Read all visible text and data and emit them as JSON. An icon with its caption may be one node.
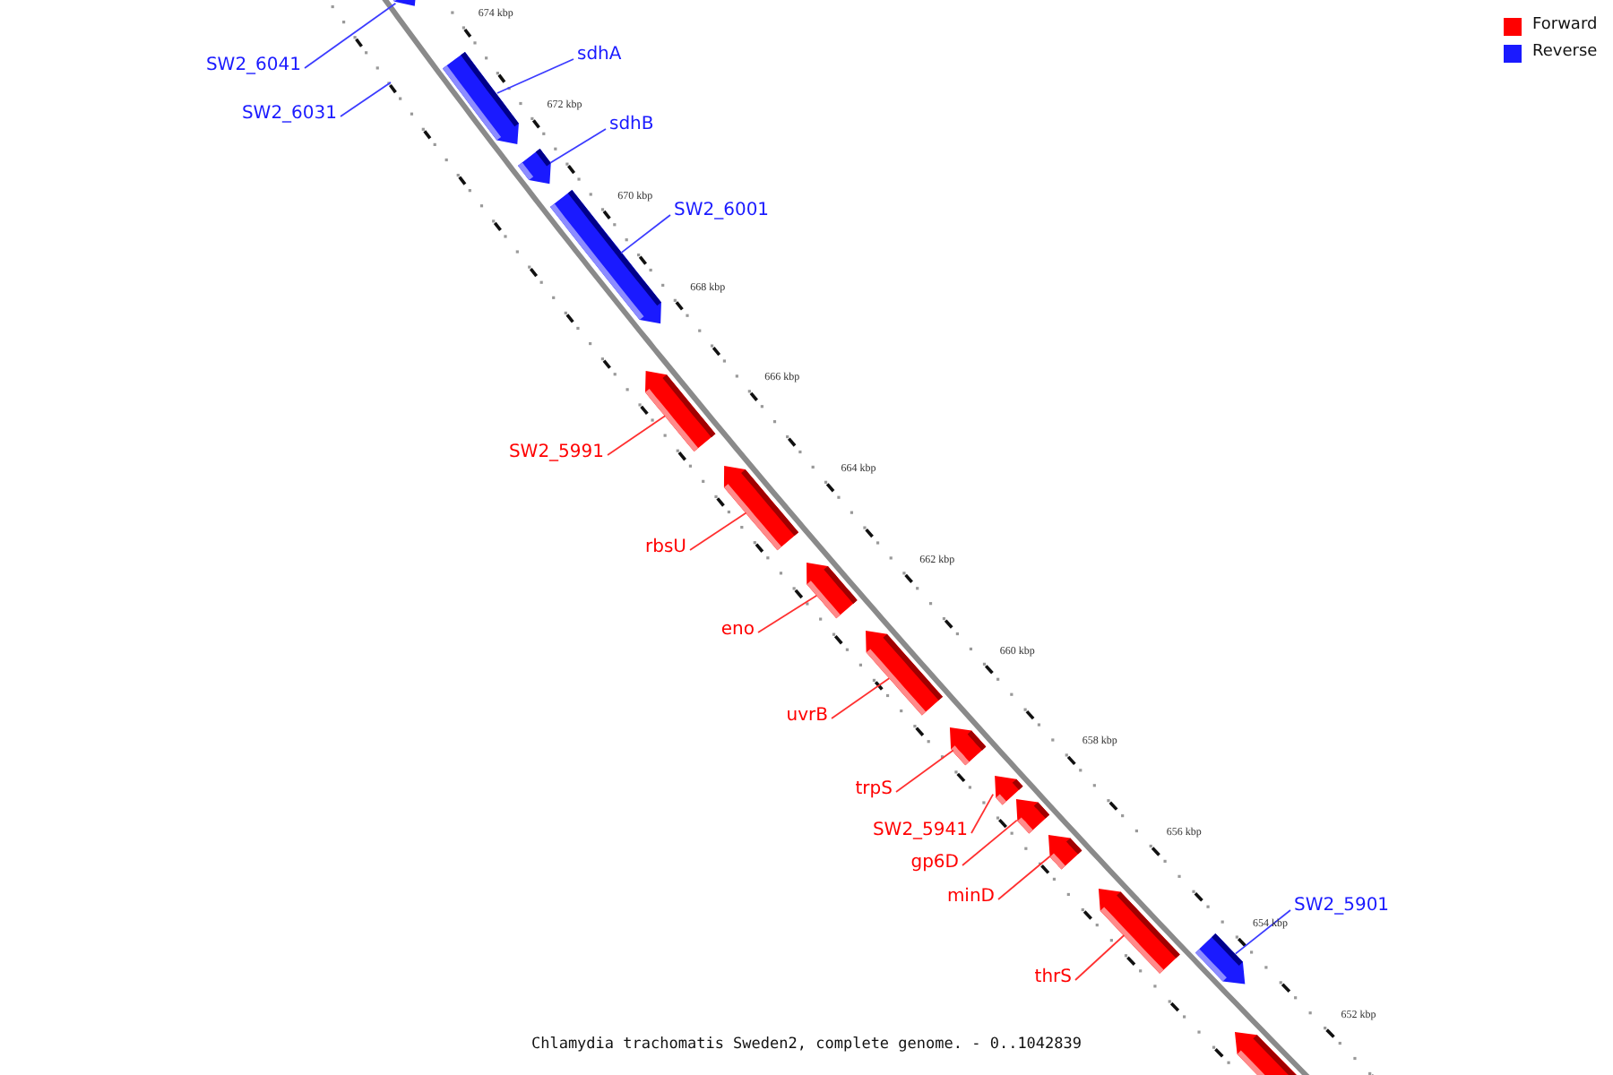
{
  "diagram": {
    "caption": "Chlamydia trachomatis Sweden2, complete genome. - 0..1042839",
    "nodes": [
      {
        "text": [
          "SW2_6041"
        ]
      },
      {
        "text": [],
        "shape": "bar"
      },
      {
        "text": [
          "SW2_6031"
        ]
      },
      {
        "text": [
          "sdhA"
        ]
      },
      {
        "text": [],
        "shape": "bar"
      },
      {
        "text": [
          "sdhB"
        ]
      },
      {
        "text": [],
        "shape": "bar"
      },
      {
        "text": [
          "SW2_6001"
        ]
      },
      {
        "text": [],
        "shape": "bar"
      },
      {
        "text": [
          "SW2_5991"
        ]
      },
      {
        "text": [],
        "shape": "bar"
      },
      {
        "text": [
          "rbsU"
        ]
      },
      {
        "text": [],
        "shape": "bar"
      },
      {
        "text": [
          "eno"
        ]
      },
      {
        "text": [],
        "shape": "bar"
      },
      {
        "text": [
          "uvrB"
        ]
      },
      {
        "text": [],
        "shape": "bar"
      },
      {
        "text": [
          "trpS"
        ]
      },
      {
        "text": [],
        "shape": "bar"
      },
      {
        "text": [
          "SW2_5941"
        ]
      },
      {
        "text": [],
        "shape": "bar"
      },
      {
        "text": [
          "gp6D"
        ]
      },
      {
        "text": [],
        "shape": "bar"
      },
      {
        "text": [
          "minD"
        ]
      },
      {
        "text": [],
        "shape": "bar"
      },
      {
        "text": [
          "thrS"
        ]
      },
      {
        "text": [],
        "shape": "bar"
      },
      {
        "text": [
          "SW2_5901"
        ]
      },
      {
        "text": [],
        "shape": "bar"
      },
      {
        "text": [],
        "shape": "bar"
      }
    ],
    "edges": [
      {
        "from": 0,
        "to": 1,
        "arrow": "none",
        "color": "#3c3cff"
      },
      {
        "from": 2,
        "to": null,
        "arrow": "none",
        "color": "#3c3cff"
      },
      {
        "from": 3,
        "to": 4,
        "arrow": "none",
        "color": "#3c3cff"
      },
      {
        "from": 5,
        "to": 6,
        "arrow": "none",
        "color": "#3c3cff"
      },
      {
        "from": 7,
        "to": 8,
        "arrow": "none",
        "color": "#3c3cff"
      },
      {
        "from": 9,
        "to": 10,
        "arrow": "none"
      },
      {
        "from": 11,
        "to": 12,
        "arrow": "none"
      },
      {
        "from": 13,
        "to": 14,
        "arrow": "none"
      },
      {
        "from": 15,
        "to": 16,
        "arrow": "none"
      },
      {
        "from": 17,
        "to": 18,
        "arrow": "none"
      },
      {
        "from": 19,
        "to": 20,
        "arrow": "none"
      },
      {
        "from": 21,
        "to": 22,
        "arrow": "none"
      },
      {
        "from": 23,
        "to": 24,
        "arrow": "none"
      },
      {
        "from": 25,
        "to": 26,
        "arrow": "none"
      },
      {
        "from": 27,
        "to": 28,
        "arrow": "none",
        "color": "#3c3cff"
      }
    ],
    "labels": [
      "674 kbp",
      "672 kbp",
      "670 kbp",
      "668 kbp",
      "666 kbp",
      "664 kbp",
      "662 kbp",
      "660 kbp",
      "658 kbp",
      "656 kbp",
      "654 kbp",
      "652 kbp"
    ],
    "legend": [
      {
        "text": "Forward",
        "color": "#ff0000"
      },
      {
        "text": "Reverse",
        "color": "#1a1aff"
      }
    ]
  }
}
